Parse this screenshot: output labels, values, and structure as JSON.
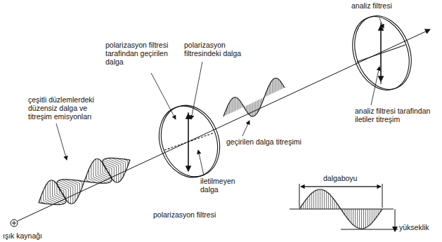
{
  "diagram": {
    "labels": [
      "analiz filtresi",
      "polarizasyon filtresi tarafindan geçirilen dalga",
      "polarizasyon filtresindeki dalga",
      "çeşitli düzlemlerdeki düzensiz dalga ve titreşim emisyonları",
      "geçirilen dalga titreşimi",
      "analiz filtresi tarafindan iletiler titreşim",
      "iletilmeyen dalga",
      "dalgaboyu",
      "yükseklik",
      "polarizasyon filtresi",
      "ışık kaynağı"
    ]
  }
}
